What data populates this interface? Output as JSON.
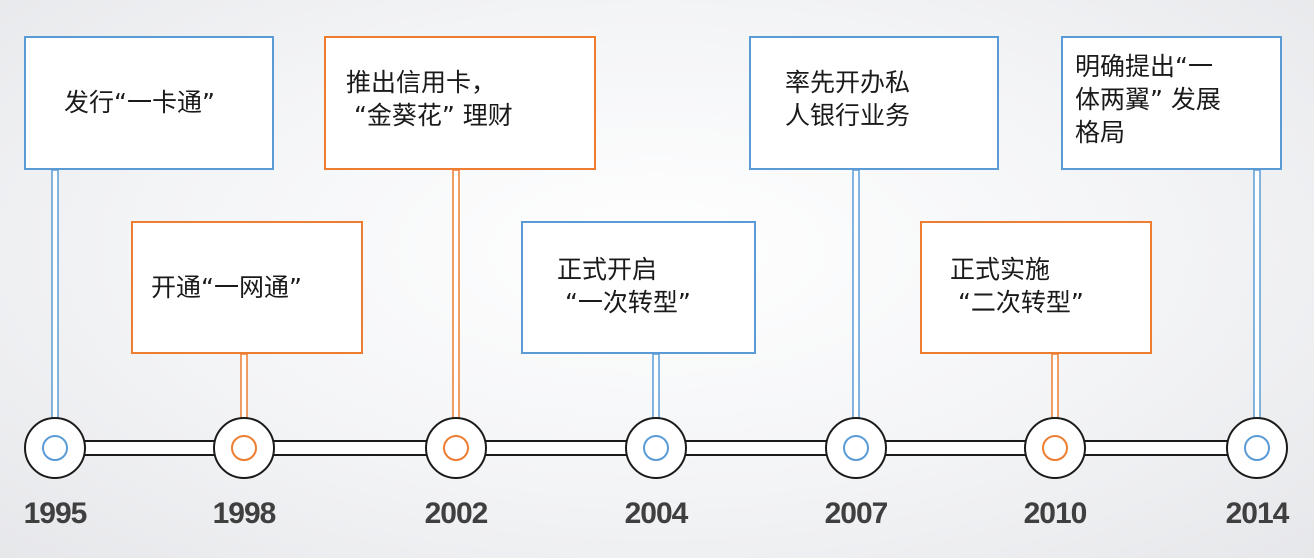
{
  "colors": {
    "blue": "#5b9bd5",
    "orange": "#ed7d31",
    "year_text": "#3f3f3f"
  },
  "milestones": [
    {
      "year": "1995",
      "text": "发行“一卡通”",
      "color": "blue"
    },
    {
      "year": "1998",
      "text": "开通“一网通”",
      "color": "orange"
    },
    {
      "year": "2002",
      "text": "推出信用卡，\n “金葵花” 理财",
      "color": "orange"
    },
    {
      "year": "2004",
      "text": "正式开启\n “一次转型”",
      "color": "blue"
    },
    {
      "year": "2007",
      "text": "率先开办私\n人银行业务",
      "color": "blue"
    },
    {
      "year": "2010",
      "text": "正式实施\n “二次转型”",
      "color": "orange"
    },
    {
      "year": "2014",
      "text": "明确提出“一\n体两翼” 发展\n格局",
      "color": "blue"
    }
  ]
}
